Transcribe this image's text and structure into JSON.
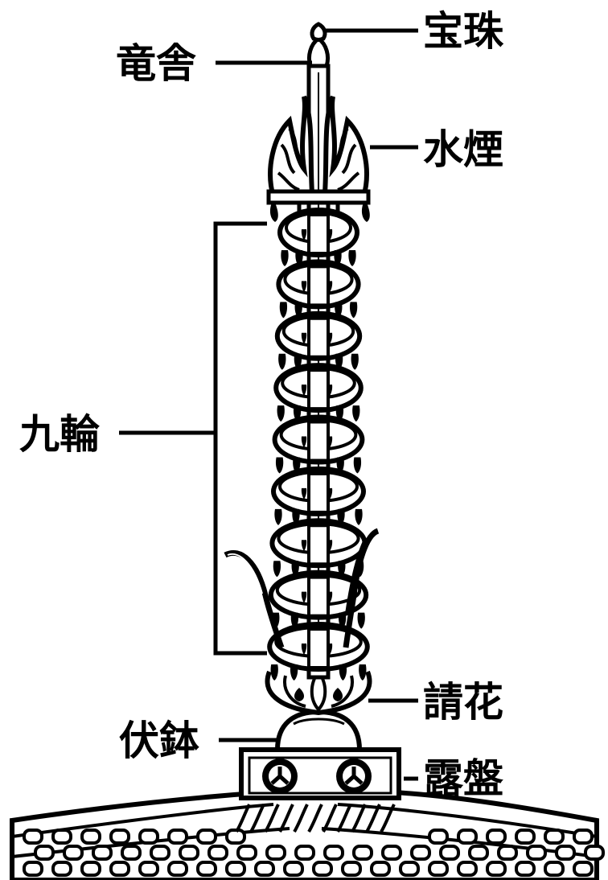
{
  "diagram": {
    "labels": {
      "hoju": "宝珠",
      "ryusha": "竜舎",
      "suien": "水煙",
      "kurin": "九輪",
      "ukebana": "請花",
      "fukubachi": "伏鉢",
      "roban": "露盤"
    },
    "ring_count": 9,
    "colors": {
      "ink": "#000000",
      "paper": "#ffffff"
    }
  }
}
